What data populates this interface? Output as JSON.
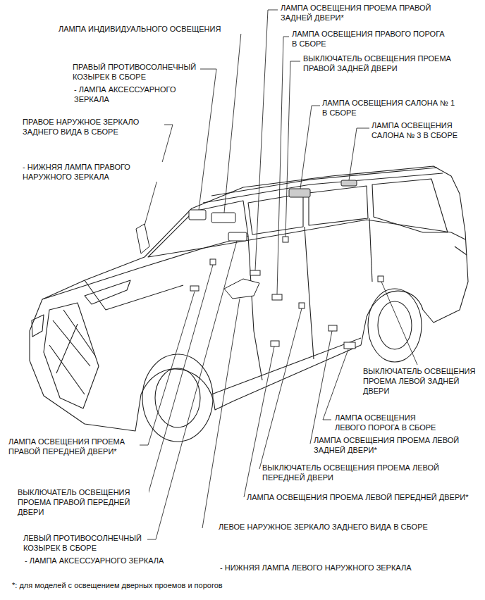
{
  "diagram": {
    "labels": [
      "ЛАМПА ИНДИВИДУАЛЬНОГО ОСВЕЩЕНИЯ",
      "ЛАМПА ОСВЕЩЕНИЯ ПРОЕМА ПРАВОЙ ЗАДНЕЙ ДВЕРИ*",
      "ЛАМПА ОСВЕЩЕНИЯ ПРАВОГО ПОРОГА В СБОРЕ",
      "ВЫКЛЮЧАТЕЛЬ ОСВЕЩЕНИЯ ПРОЕМА ПРАВОЙ ЗАДНЕЙ ДВЕРИ",
      "ПРАВЫЙ ПРОТИВОСОЛНЕЧНЫЙ КОЗЫРЕК В СБОРЕ",
      "- ЛАМПА АКСЕССУАРНОГО ЗЕРКАЛА",
      "ЛАМПА ОСВЕЩЕНИЯ САЛОНА № 1 В СБОРЕ",
      "ЛАМПА ОСВЕЩЕНИЯ САЛОНА № 3 В СБОРЕ",
      "ПРАВОЕ НАРУЖНОЕ ЗЕРКАЛО ЗАДНЕГО ВИДА В СБОРЕ",
      "- НИЖНЯЯ ЛАМПА ПРАВОГО НАРУЖНОГО ЗЕРКАЛА",
      "ВЫКЛЮЧАТЕЛЬ ОСВЕЩЕНИЯ ПРОЕМА ЛЕВОЙ ЗАДНЕЙ ДВЕРИ",
      "ЛАМПА ОСВЕЩЕНИЯ ЛЕВОГО ПОРОГА В СБОРЕ",
      "ЛАМПА ОСВЕЩЕНИЯ ПРОЕМА ЛЕВОЙ ЗАДНЕЙ ДВЕРИ*",
      "ЛАМПА ОСВЕЩЕНИЯ ПРОЕМА ПРАВОЙ ПЕРЕДНЕЙ ДВЕРИ*",
      "ВЫКЛЮЧАТЕЛЬ ОСВЕЩЕНИЯ ПРОЕМА ЛЕВОЙ ПЕРЕДНЕЙ ДВЕРИ",
      "ВЫКЛЮЧАТЕЛЬ ОСВЕЩЕНИЯ ПРОЕМА ПРАВОЙ ПЕРЕДНЕЙ ДВЕРИ",
      "ЛАМПА ОСВЕЩЕНИЯ ПРОЕМА ЛЕВОЙ ПЕРЕДНЕЙ ДВЕРИ*",
      "ЛЕВОЕ НАРУЖНОЕ ЗЕРКАЛО ЗАДНЕГО ВИДА В СБОРЕ",
      "ЛЕВЫЙ ПРОТИВОСОЛНЕЧНЫЙ КОЗЫРЕК В СБОРЕ",
      "- ЛАМПА АКСЕССУАРНОГО ЗЕРКАЛА",
      "- НИЖНЯЯ ЛАМПА ЛЕВОГО НАРУЖНОГО ЗЕРКАЛА",
      "*: для моделей с освещением дверных проемов и порогов"
    ]
  }
}
